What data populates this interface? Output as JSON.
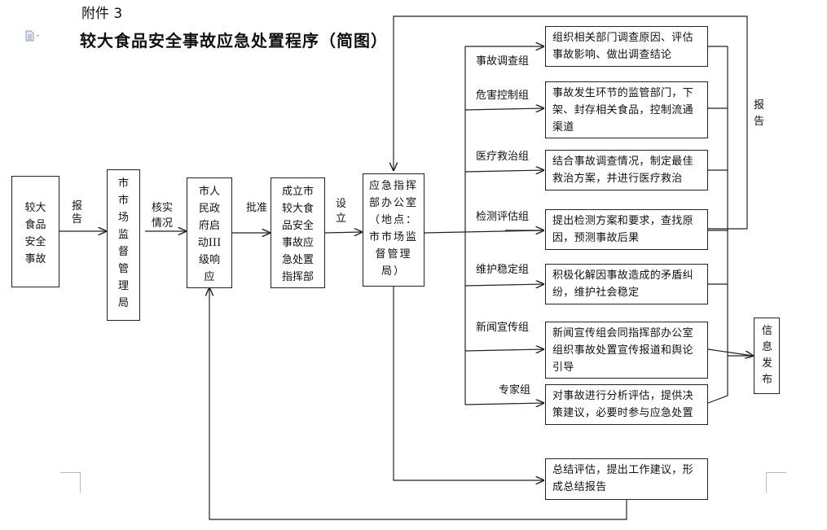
{
  "header": {
    "attachment": "附件 3",
    "title": "较大食品安全事故应急处置程序（简图）",
    "doc_icon": "document-icon"
  },
  "flow": {
    "incident": "较大食品安全事故",
    "edge_report_1": "报告",
    "market_bureau": "市市场监督管理局",
    "edge_verify": "核实情况",
    "city_gov": "市人民政府启动III级响应",
    "edge_approve": "批准",
    "command_hq": "成立市较大食品安全事故应急处置指挥部",
    "edge_establish": "设立",
    "emergency_office": "应急指挥部办公室（地点：市市场监督管理局）",
    "edge_report_2": "报告",
    "info_release": "信息发布"
  },
  "groups": [
    {
      "name": "事故调查组",
      "task": "组织相关部门调查原因、评估事故影响、做出调查结论"
    },
    {
      "name": "危害控制组",
      "task": "事故发生环节的监管部门，下架、封存相关食品，控制流通渠道"
    },
    {
      "name": "医疗救治组",
      "task": "结合事故调查情况，制定最佳救治方案，并进行医疗救治"
    },
    {
      "name": "检测评估组",
      "task": "提出检测方案和要求，查找原因，预测事故后果"
    },
    {
      "name": "维护稳定组",
      "task": "积极化解因事故造成的矛盾纠纷，维护社会稳定"
    },
    {
      "name": "新闻宣传组",
      "task": "新闻宣传组会同指挥部办公室组织事故处置宣传报道和舆论引导"
    },
    {
      "name": "专家组",
      "task": "对事故进行分析评估，提供决策建议，必要时参与应急处置"
    }
  ],
  "summary": "总结评估，提出工作建议，形成总结报告",
  "colors": {
    "line": "#222222",
    "background": "#ffffff"
  }
}
